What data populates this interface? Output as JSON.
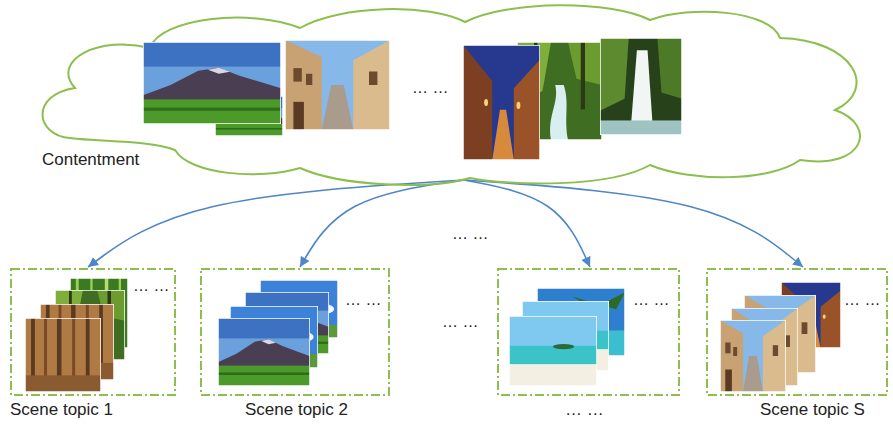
{
  "diagram": {
    "nodes": [
      {
        "text": [
          "Contentment",
          "… …"
        ]
      },
      {
        "text": [
          "… …",
          "Scene topic 1"
        ]
      },
      {
        "text": [
          "… …",
          "Scene topic 2"
        ]
      },
      {
        "text": [
          "… …",
          "… …"
        ]
      },
      {
        "text": [
          "… …",
          "Scene topic S"
        ]
      }
    ],
    "edges": [
      {
        "from": 0,
        "to": 1,
        "arrow": "to"
      },
      {
        "from": 0,
        "to": 2,
        "arrow": "to"
      },
      {
        "from": 0,
        "to": 3,
        "arrow": "to"
      },
      {
        "from": 0,
        "to": 4,
        "arrow": "to"
      }
    ],
    "labels": [
      "… …",
      "… …"
    ]
  }
}
